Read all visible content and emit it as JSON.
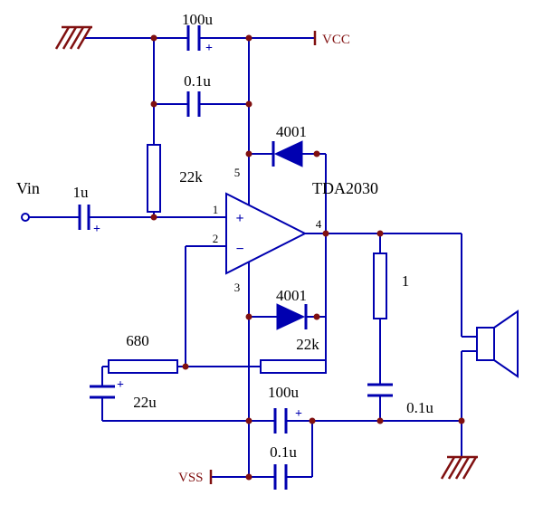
{
  "title": "TDA2030 audio power amplifier schematic",
  "colors": {
    "wire": "#0000B0",
    "junction": "#801010",
    "power_port": "#801010",
    "label": "#000000",
    "background": "#FFFFFF"
  },
  "ports": {
    "vin_label": "Vin",
    "vcc_label": "VCC",
    "vss_label": "VSS"
  },
  "ic": {
    "name": "TDA2030",
    "plus": "+",
    "minus": "−",
    "pin1": "1",
    "pin2": "2",
    "pin3": "3",
    "pin4": "4",
    "pin5": "5"
  },
  "components": {
    "cap_top_100u": {
      "value": "100u",
      "polarity": "+"
    },
    "cap_top_01u": {
      "value": "0.1u"
    },
    "res_bias": {
      "value": "22k"
    },
    "cap_in": {
      "value": "1u",
      "polarity": "+"
    },
    "diode_top": {
      "value": "4001"
    },
    "diode_bottom": {
      "value": "4001"
    },
    "res_feedback": {
      "value": "22k"
    },
    "res_680": {
      "value": "680"
    },
    "cap_22u": {
      "value": "22u",
      "polarity": "+"
    },
    "cap_bot_100u": {
      "value": "100u",
      "polarity": "+"
    },
    "cap_bot_01u": {
      "value": "0.1u"
    },
    "res_out": {
      "value": "1"
    },
    "cap_out": {
      "value": "0.1u"
    }
  }
}
